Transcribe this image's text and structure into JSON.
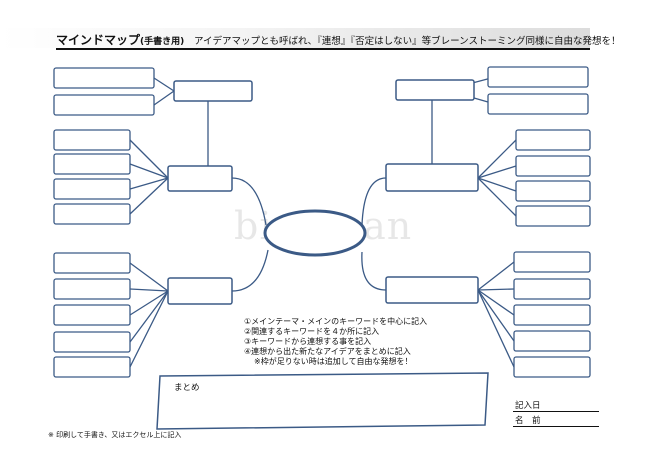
{
  "header": {
    "title": "マインドマップ",
    "title_sub": "(手書き用)",
    "tagline": "アイデアマップとも呼ばれ、『連想』『否定はしない』等ブレーンストーミング同様に自由な発想を！"
  },
  "watermark": "bizocean",
  "instructions": [
    "①メインテーマ・メインのキーワードを中心に記入",
    "②関連するキーワードを４か所に記入",
    "③キーワードから連想する事を記入",
    "④連想から出た新たなアイデアをまとめに記入"
  ],
  "instructions_note": "※枠が足りない時は追加して自由な発想を！",
  "summary_label": "まとめ",
  "fields": {
    "date_label": "記入日",
    "name_label": "名　前"
  },
  "footer_note": "※ 印刷して手書き、又はエクセル上に記入",
  "colors": {
    "box_stroke": "#3b5a86",
    "header_rule": "#111111"
  }
}
